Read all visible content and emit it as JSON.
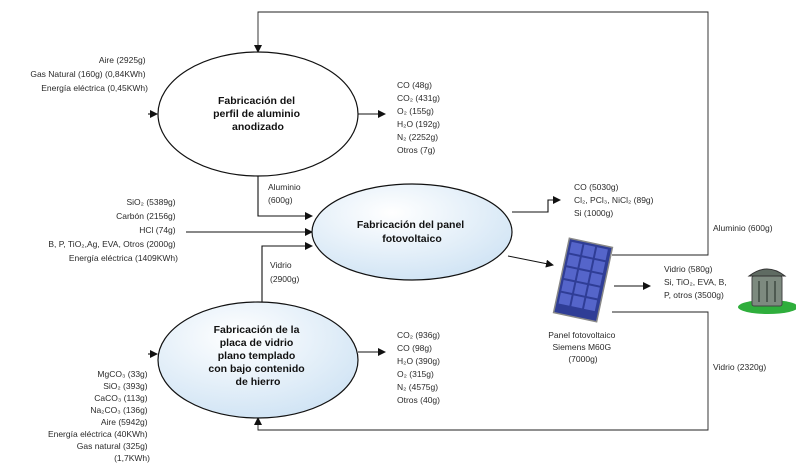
{
  "processes": {
    "profile": {
      "lines": [
        "Fabricación del",
        "perfil de aluminio",
        "anodizado"
      ]
    },
    "panel": {
      "lines": [
        "Fabricación del panel",
        "fotovoltaico"
      ]
    },
    "glass": {
      "lines": [
        "Fabricación de la",
        "placa de vidrio",
        "plano templado",
        "con bajo contenido",
        "de hierro"
      ]
    }
  },
  "profile_inputs": [
    "Aire (2925g)",
    "Gas Natural (160g) (0,84KWh)",
    "Energía eléctrica (0,45KWh)"
  ],
  "profile_outputs": [
    "CO (48g)",
    "CO₂ (431g)",
    "O₂ (155g)",
    "H₂O (192g)",
    "N₂ (2252g)",
    "Otros (7g)"
  ],
  "panel_inputs": [
    "SiO₂ (5389g)",
    "Carbón (2156g)",
    "HCl (74g)",
    "B, P, TiO₂,Ag, EVA, Otros (2000g)",
    "Energía eléctrica (1409KWh)"
  ],
  "panel_outputs": [
    "CO (5030g)",
    "Cl₂, PCl₃, NiCl₂ (89g)",
    "Si (1000g)"
  ],
  "glass_inputs": [
    "MgCO₃ (33g)",
    "SiO₂ (393g)",
    "CaCO₃ (113g)",
    "Na₂CO₃ (136g)",
    "Aire (5942g)",
    "Energía eléctrica (40KWh)",
    "Gas natural (325g)",
    "(1,7KWh)"
  ],
  "glass_outputs": [
    "CO₂ (936g)",
    "CO (98g)",
    "H₂O (390g)",
    "O₂ (315g)",
    "N₂ (4575g)",
    "Otros (40g)"
  ],
  "aluminio_flow": [
    "Aluminio",
    "(600g)"
  ],
  "vidrio_flow": [
    "Vidrio",
    "(2900g)"
  ],
  "module_caption": [
    "Panel fotovoltaico",
    "Siemens M60G",
    "(7000g)"
  ],
  "aluminio_recycle": "Aluminio (600g)",
  "vidrio_recycle": "Vidrio (2320g)",
  "disposal": [
    "Vidrio (580g)",
    "Si, TiO₂, EVA, B,",
    "P, otros (3500g)"
  ],
  "colors": {
    "ellipse_light": "#ffffff",
    "ellipse_dark": "#cfe2f3",
    "panel_blue": "#3b4aa8",
    "grass": "#2fae3c",
    "bin": "#7d8a7f"
  }
}
